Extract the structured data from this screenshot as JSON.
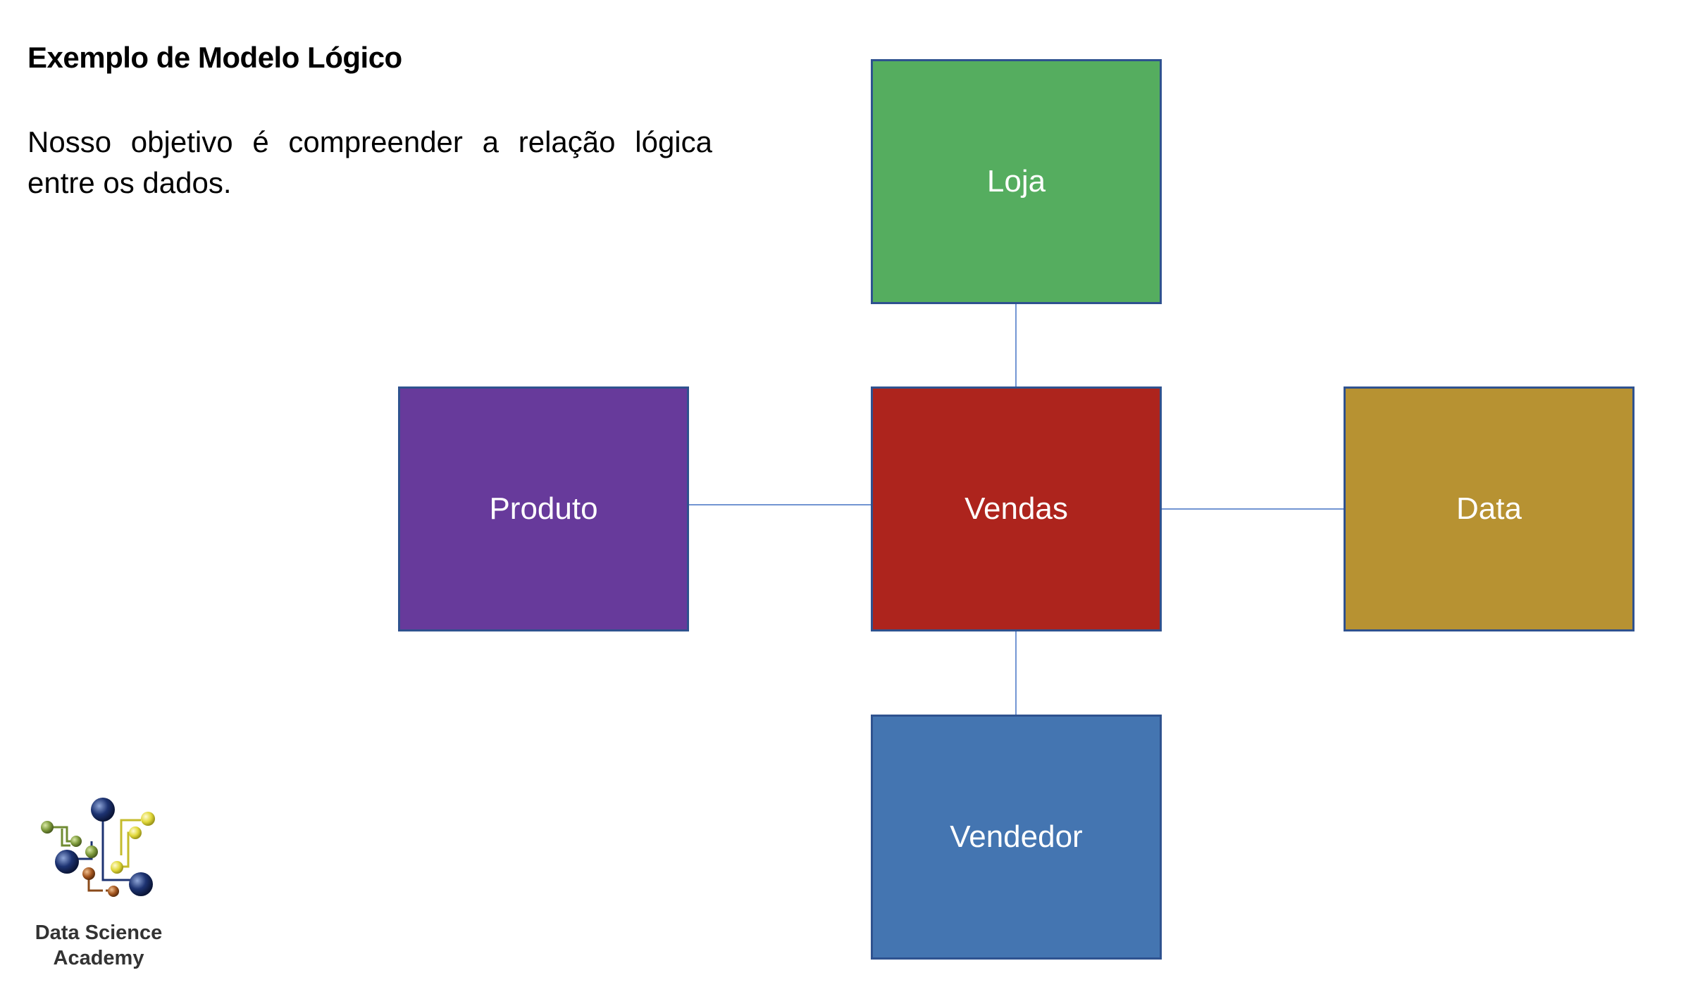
{
  "slide": {
    "title": "Exemplo de Modelo Lógico",
    "intro": "Nosso objetivo é compreender a relação lógica entre os dados."
  },
  "entities": {
    "loja": {
      "label": "Loja",
      "color": "#55ad5f"
    },
    "produto": {
      "label": "Produto",
      "color": "#673a9b"
    },
    "vendas": {
      "label": "Vendas",
      "color": "#ad241d"
    },
    "data": {
      "label": "Data",
      "color": "#b79232"
    },
    "vendedor": {
      "label": "Vendedor",
      "color": "#4475b1"
    }
  },
  "relations": [
    {
      "from": "Vendas",
      "to": "Loja"
    },
    {
      "from": "Vendas",
      "to": "Produto"
    },
    {
      "from": "Vendas",
      "to": "Data"
    },
    {
      "from": "Vendas",
      "to": "Vendedor"
    }
  ],
  "colors": {
    "box_border": "#2f528f",
    "connector": "#4472c4"
  },
  "logo": {
    "line1": "Data Science",
    "line2": "Academy"
  }
}
